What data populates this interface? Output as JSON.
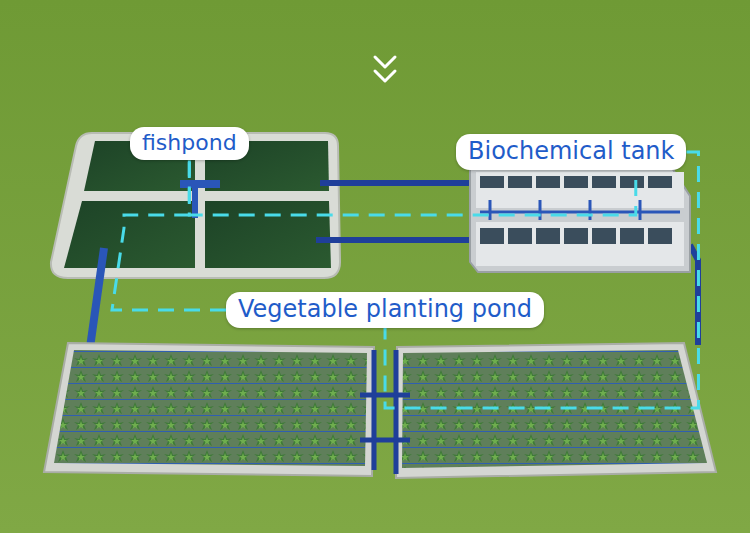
{
  "diagram": {
    "nodes": [
      {
        "text": [
          "fishpond"
        ]
      },
      {
        "text": [
          "Biochemical tank"
        ]
      },
      {
        "text": [
          "Vegetable planting pond"
        ]
      }
    ],
    "edges": [
      {
        "from": 0,
        "to": 1,
        "arrow": "none"
      },
      {
        "from": 1,
        "to": 2,
        "arrow": "none"
      },
      {
        "from": 2,
        "to": 0,
        "arrow": "none"
      }
    ]
  }
}
